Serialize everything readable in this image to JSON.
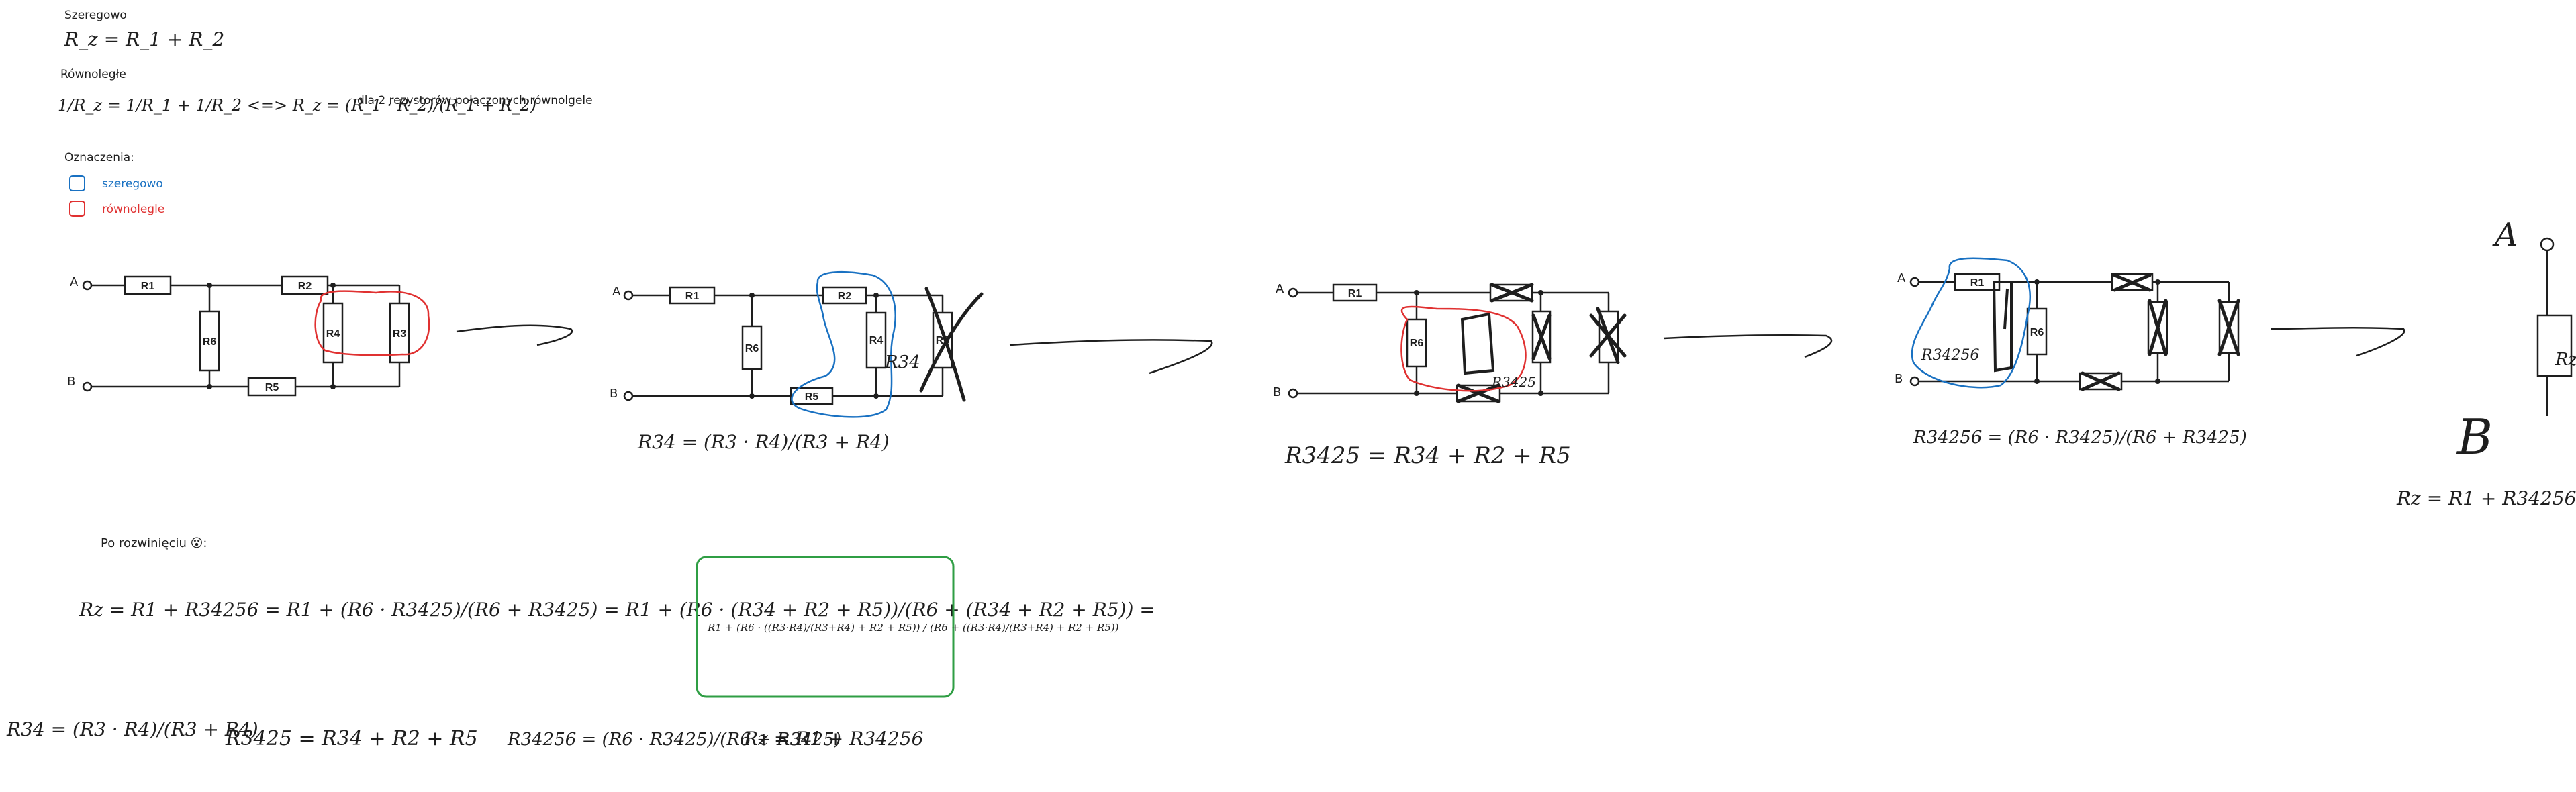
{
  "notes": {
    "series_title": "Szeregowo",
    "series_formula": "R_z = R_1 + R_2",
    "parallel_title": "Równoległe",
    "parallel_formula": "1/R_z = 1/R_1 + 1/R_2  <=>  R_z = (R_1 · R_2)/(R_1 + R_2)",
    "parallel_note": "dla 2 rezystorów połączonych równolgele"
  },
  "legend": {
    "title": "Oznaczenia:",
    "items": [
      {
        "label": "szeregowo",
        "color": "#1971c2"
      },
      {
        "label": "równolegle",
        "color": "#e03131"
      }
    ]
  },
  "terminals": {
    "a": "A",
    "b": "B"
  },
  "resistors": {
    "r1": "R1",
    "r2": "R2",
    "r3": "R3",
    "r4": "R4",
    "r5": "R5",
    "r6": "R6"
  },
  "steps": {
    "step2_formula": "R34 = (R3 · R4)/(R3 + R4)",
    "step3_formula": "R3425 = R34 + R2 + R5",
    "step4_formula": "R34256 = (R6 · R3425)/(R6 + R3425)",
    "step5_formula": "Rz = R1 + R34256",
    "step2_note": "R34",
    "step3_note": "R3425",
    "step4_note": "R34256",
    "step5_note": "Rz"
  },
  "expansion": {
    "title": "Po rozwinięciu 😵:",
    "part1": "Rz = R1 + R34256 = R1 + (R6 · R3425)/(R6 + R3425) = R1 + (R6 · (R34 + R2 + R5))/(R6 + (R34 + R2 + R5)) =",
    "boxed": "R1 + (R6 · ((R3·R4)/(R3+R4) + R2 + R5)) / (R6 + ((R3·R4)/(R3+R4) + R2 + R5))",
    "box_color": "#2f9e44"
  },
  "summary": {
    "f1": "R34 = (R3 · R4)/(R3 + R4)",
    "f2": "R3425 = R34 + R2 + R5",
    "f3": "R34256 = (R6 · R3425)/(R6 + R3425)",
    "f4": "Rz = R1 + R34256"
  },
  "colors": {
    "stroke": "#1e1e1e",
    "blue": "#1971c2",
    "red": "#e03131",
    "green": "#2f9e44"
  }
}
